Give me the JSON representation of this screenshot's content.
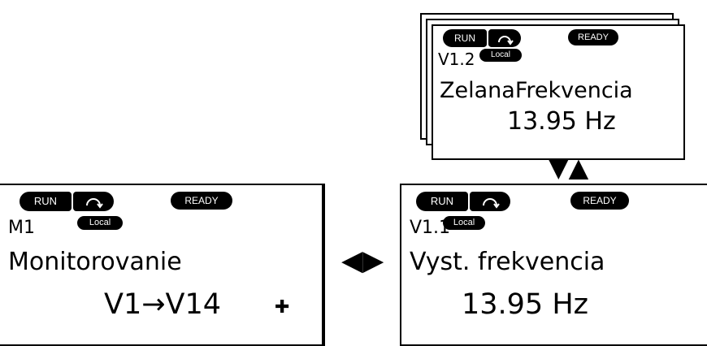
{
  "status": {
    "run": "RUN",
    "ready": "READY",
    "local": "Local",
    "rotation_icon": "rotation-icon"
  },
  "screens": {
    "top": {
      "code": "V1.2",
      "title": "ZelanaFrekvencia",
      "value": "13.95 Hz"
    },
    "left": {
      "code": "M1",
      "title": "Monitorovanie",
      "value": "V1→V14"
    },
    "right": {
      "code": "V1.1",
      "title": "Vyst. frekvencia",
      "value": "13.95 Hz"
    }
  },
  "arrows": {
    "vertical": "▼▲",
    "horizontal": "◀▶",
    "scroll": "✚"
  }
}
